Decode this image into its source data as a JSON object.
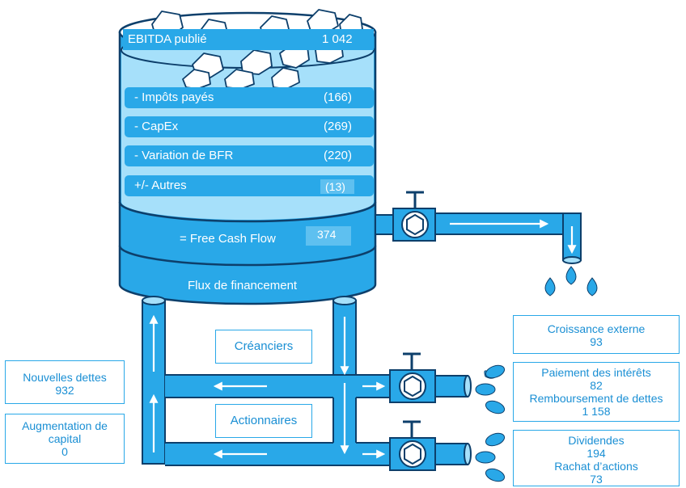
{
  "colors": {
    "primary": "#29a8e8",
    "dark": "#0d3f6b",
    "light": "#a6e0fa",
    "text": "#1a8fd4"
  },
  "tank": {
    "header": {
      "label": "EBITDA publié",
      "value": "1 042"
    },
    "rows": [
      {
        "label": "- Impôts payés",
        "value": "(166)"
      },
      {
        "label": "- CapEx",
        "value": "(269)"
      },
      {
        "label": "- Variation de BFR",
        "value": "(220)"
      },
      {
        "label": "+/- Autres",
        "value": "(13)"
      }
    ],
    "fcf": {
      "label": "=  Free Cash Flow",
      "value": "374"
    },
    "financing_label": "Flux de financement"
  },
  "inflows": [
    {
      "label": "Nouvelles dettes",
      "value": "932"
    },
    {
      "label_lines": [
        "Augmentation de",
        "capital"
      ],
      "value": "0"
    }
  ],
  "channels": {
    "creditors": "Créanciers",
    "shareholders": "Actionnaires"
  },
  "outflows": {
    "growth": {
      "label": "Croissance externe",
      "value": "93"
    },
    "creditors": [
      {
        "label": "Paiement des intérêts",
        "value": "82"
      },
      {
        "label": "Remboursement de dettes",
        "value": "1 158"
      }
    ],
    "shareholders": [
      {
        "label": "Dividendes",
        "value": "194"
      },
      {
        "label": "Rachat d’actions",
        "value": "73"
      }
    ]
  }
}
